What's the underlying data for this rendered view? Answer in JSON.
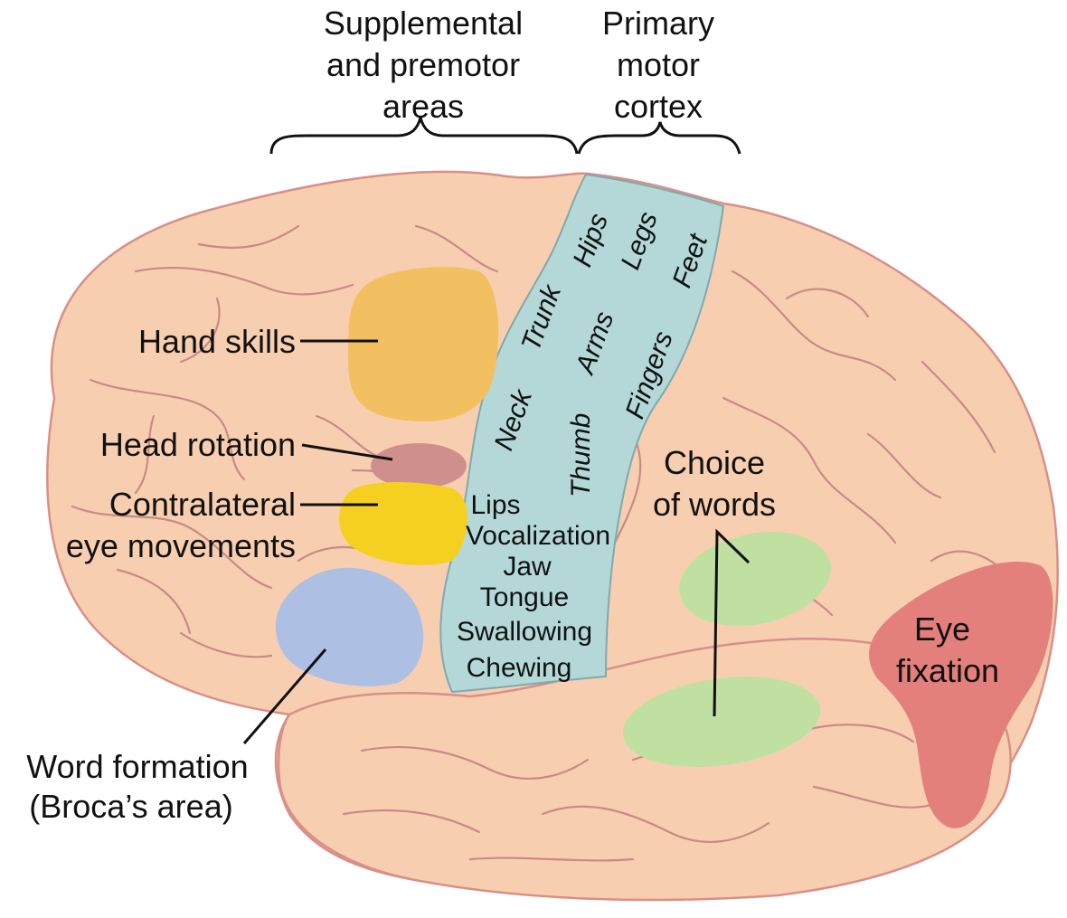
{
  "headers": {
    "premotor": [
      "Supplemental",
      "and premotor",
      "areas"
    ],
    "motor": [
      "Primary",
      "motor",
      "cortex"
    ]
  },
  "motor_strip_labels": {
    "hips": "Hips",
    "legs": "Legs",
    "feet": "Feet",
    "trunk": "Trunk",
    "arms": "Arms",
    "fingers": "Fingers",
    "neck": "Neck",
    "thumb": "Thumb",
    "lips": "Lips",
    "vocalization": "Vocalization",
    "jaw": "Jaw",
    "tongue": "Tongue",
    "swallowing": "Swallowing",
    "chewing": "Chewing"
  },
  "region_labels": {
    "hand_skills": "Hand skills",
    "head_rotation": "Head rotation",
    "contralateral": [
      "Contralateral",
      "eye movements"
    ],
    "word_formation": [
      "Word formation",
      "(Broca’s area)"
    ],
    "choice_of_words": [
      "Choice",
      "of words"
    ],
    "eye_fixation": [
      "Eye",
      "fixation"
    ]
  },
  "colors": {
    "brain": "#f7cfb0",
    "brain_outline": "#d88f88",
    "motor_strip": "#b4d8d8",
    "hand_skills": "#f2c060",
    "head_rotation": "#cf8f8c",
    "contralateral": "#f5d020",
    "broca": "#adbfe3",
    "choice_words": "#bfe0a0",
    "eye_fixation": "#e4807c"
  }
}
